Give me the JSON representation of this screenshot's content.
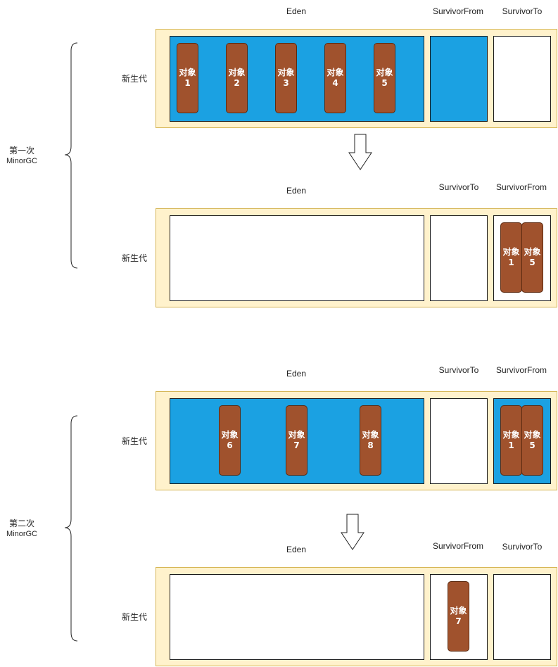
{
  "colors": {
    "eden_filled": "#1ba1e2",
    "young_gen_bg": "#fff2cc",
    "object_fill": "#a0522d"
  },
  "phases": [
    {
      "label_line1": "第一次",
      "label_line2": "MinorGC"
    },
    {
      "label_line1": "第二次",
      "label_line2": "MinorGC"
    }
  ],
  "rows": [
    {
      "gen_label": "新生代",
      "eden_label": "Eden",
      "s0_label": "SurvivorFrom",
      "s1_label": "SurvivorTo",
      "objects": [
        {
          "word": "对象",
          "num": "1"
        },
        {
          "word": "对象",
          "num": "2"
        },
        {
          "word": "对象",
          "num": "3"
        },
        {
          "word": "对象",
          "num": "4"
        },
        {
          "word": "对象",
          "num": "5"
        }
      ]
    },
    {
      "gen_label": "新生代",
      "eden_label": "Eden",
      "s0_label": "SurvivorTo",
      "s1_label": "SurvivorFrom",
      "objects": [
        {
          "word": "对象",
          "num": "1"
        },
        {
          "word": "对象",
          "num": "5"
        }
      ]
    },
    {
      "gen_label": "新生代",
      "eden_label": "Eden",
      "s0_label": "SurvivorTo",
      "s1_label": "SurvivorFrom",
      "objects": [
        {
          "word": "对象",
          "num": "6"
        },
        {
          "word": "对象",
          "num": "7"
        },
        {
          "word": "对象",
          "num": "8"
        },
        {
          "word": "对象",
          "num": "1"
        },
        {
          "word": "对象",
          "num": "5"
        }
      ]
    },
    {
      "gen_label": "新生代",
      "eden_label": "Eden",
      "s0_label": "SurvivorFrom",
      "s1_label": "SurvivorTo",
      "objects": [
        {
          "word": "对象",
          "num": "7"
        }
      ]
    }
  ]
}
